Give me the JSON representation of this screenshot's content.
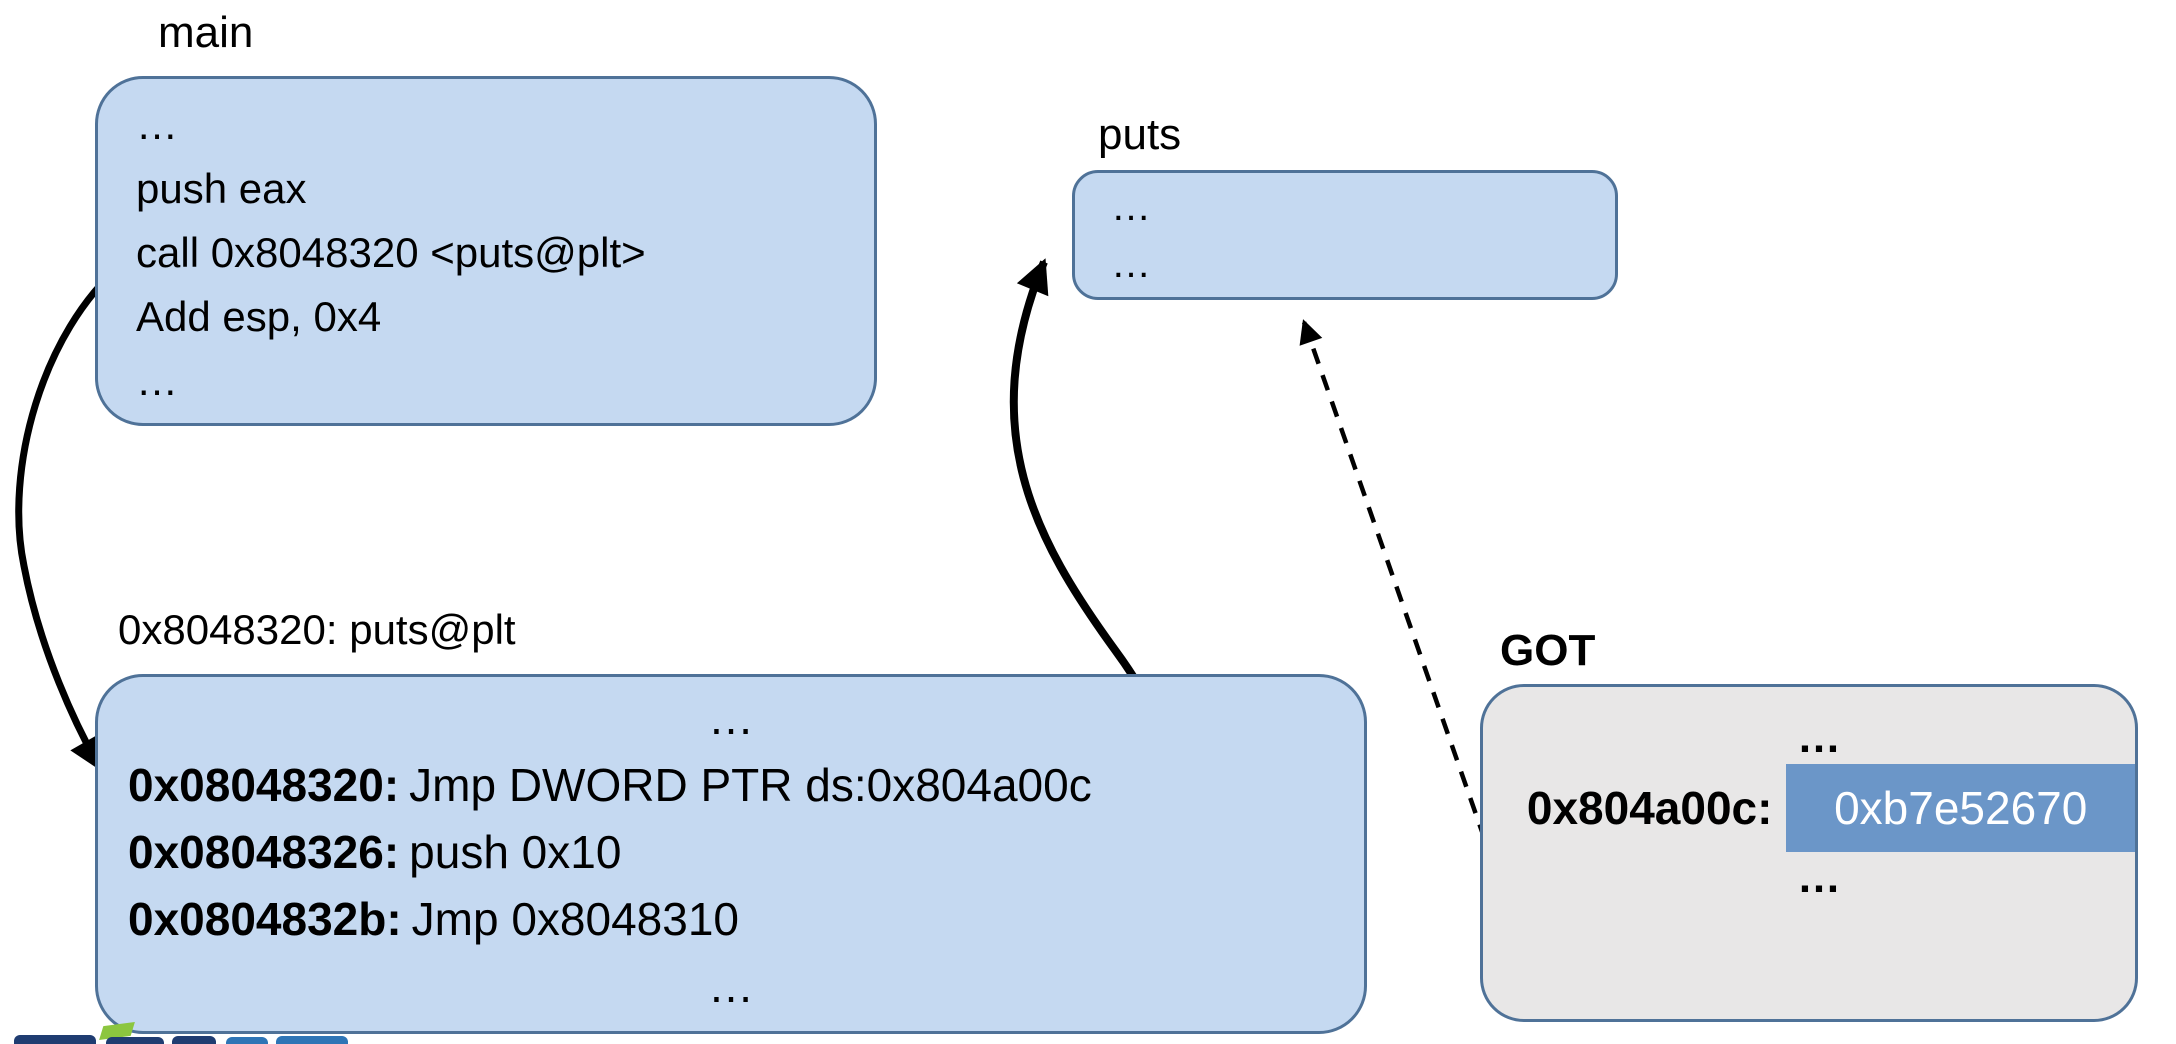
{
  "colors": {
    "box_fill": "#c5d9f1",
    "box_border": "#4f7298",
    "got_fill": "#e8e7e7",
    "got_cell_fill": "#6b96c8",
    "got_cell_text": "#ffffff",
    "text": "#000000",
    "arrow": "#000000",
    "logo_navy": "#1f3c71",
    "logo_light_blue": "#2e75b6",
    "logo_green": "#8cc63f"
  },
  "labels": {
    "main": "main",
    "puts": "puts",
    "plt": "0x8048320: puts@plt",
    "got": "GOT"
  },
  "main_block": {
    "lines": [
      "…",
      "push eax",
      "call 0x8048320 <puts@plt>",
      "Add esp, 0x4",
      "…"
    ]
  },
  "puts_block": {
    "lines": [
      "…",
      "…"
    ]
  },
  "plt_block": {
    "rows": [
      {
        "address": "",
        "text": "…"
      },
      {
        "address": "0x08048320:",
        "text": "Jmp DWORD PTR ds:0x804a00c"
      },
      {
        "address": "0x08048326:",
        "text": "push 0x10"
      },
      {
        "address": "0x0804832b:",
        "text": "Jmp 0x8048310"
      },
      {
        "address": "",
        "text": "…"
      }
    ]
  },
  "got_block": {
    "top_ellipsis": "…",
    "entry_address": "0x804a00c:",
    "entry_value": "0xb7e52670",
    "bottom_ellipsis": "…"
  },
  "arrows": [
    {
      "name": "call-to-plt",
      "style": "solid"
    },
    {
      "name": "plt-jmp-to-puts",
      "style": "solid"
    },
    {
      "name": "got-entry-to-puts",
      "style": "dashed"
    }
  ]
}
